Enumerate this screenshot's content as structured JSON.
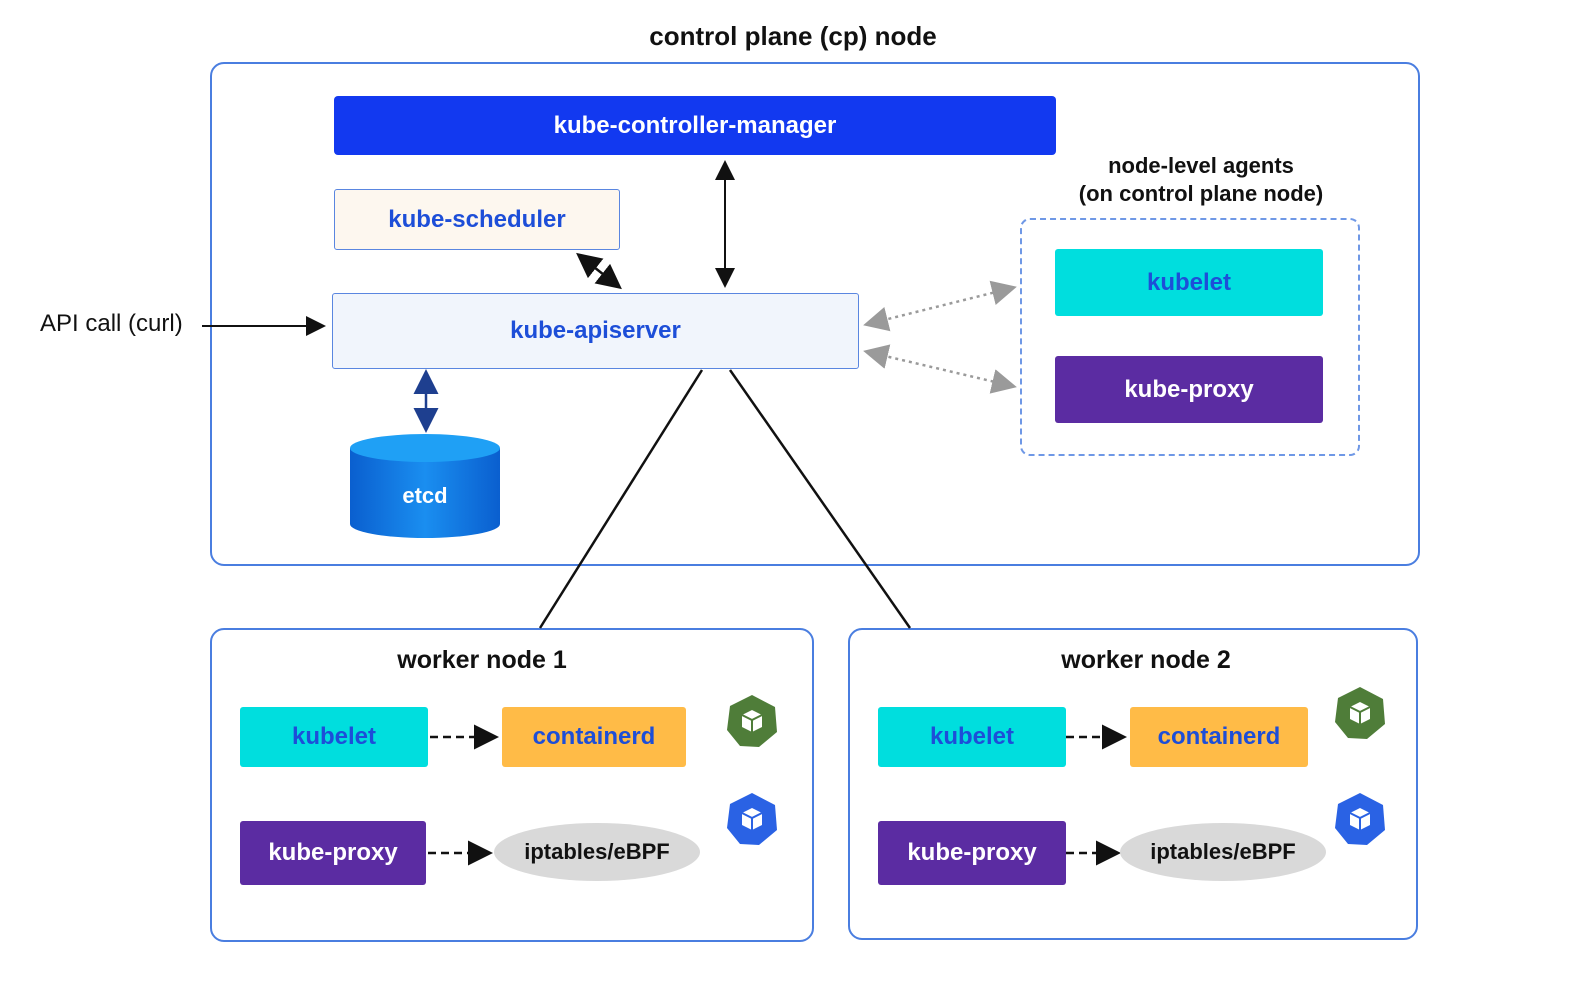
{
  "control_plane": {
    "title": "control plane (cp) node",
    "controller_manager": "kube-controller-manager",
    "scheduler": "kube-scheduler",
    "apiserver": "kube-apiserver",
    "etcd": "etcd",
    "agents_title_line1": "node-level agents",
    "agents_title_line2": "(on control plane node)",
    "kubelet": "kubelet",
    "kube_proxy": "kube-proxy"
  },
  "api_call": "API call (curl)",
  "workers": [
    {
      "title": "worker node 1",
      "kubelet": "kubelet",
      "containerd": "containerd",
      "kube_proxy": "kube-proxy",
      "iptables": "iptables/eBPF"
    },
    {
      "title": "worker node 2",
      "kubelet": "kubelet",
      "containerd": "containerd",
      "kube_proxy": "kube-proxy",
      "iptables": "iptables/eBPF"
    }
  ],
  "icons": [
    "pod-hexagon-green-icon",
    "pod-hexagon-blue-icon"
  ],
  "colors": {
    "controller_manager": "#1239f0",
    "kubelet": "#00dede",
    "kube_proxy": "#5b2ca2",
    "containerd": "#ffbb47",
    "etcd": "#1a78e0",
    "panel_border": "#4a7ee0",
    "hex_green": "#4f7d39",
    "hex_blue": "#2a62e4"
  }
}
